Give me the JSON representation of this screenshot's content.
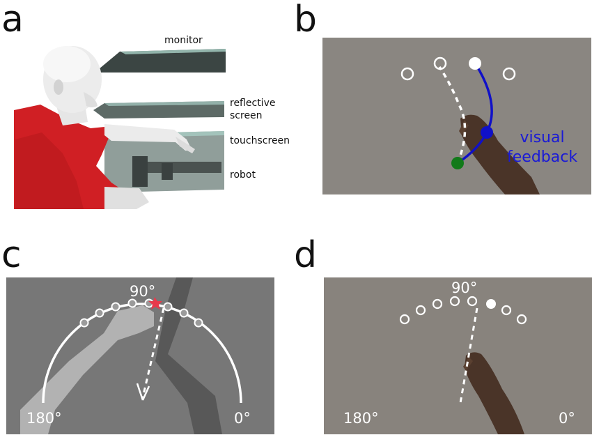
{
  "panel_labels": [
    "a",
    "b",
    "c",
    "d"
  ],
  "panel_a": {
    "labels": {
      "monitor": "monitor",
      "reflective_screen": "reflective\nscreen",
      "touchscreen": "touchscreen",
      "robot": "robot"
    }
  },
  "panel_b": {
    "feedback_label": "visual\nfeedback"
  },
  "panel_c": {
    "top": "90°",
    "left": "180°",
    "right": "0°"
  },
  "panel_d": {
    "top": "90°",
    "left": "180°",
    "right": "0°"
  },
  "colors": {
    "background_gray": "#8a8681",
    "background_gray_c": "#777777",
    "background_gray_d": "#88837d",
    "feedback_blue": "#1010c8",
    "start_green": "#127a1a",
    "target_red": "#e83a4c",
    "shirt_red": "#d01f24",
    "screen_teal": "#a9cfc6"
  }
}
